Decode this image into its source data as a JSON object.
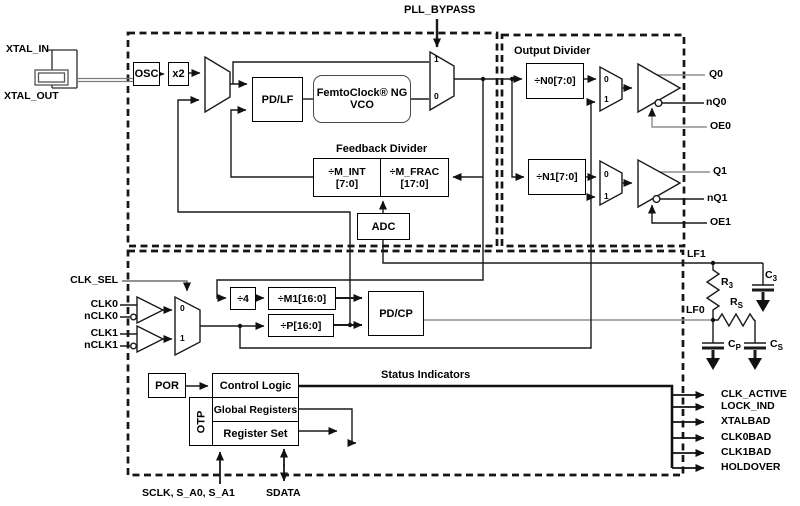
{
  "pins": {
    "xtal_in": "XTAL_IN",
    "xtal_out": "XTAL_OUT",
    "pll_bypass": "PLL_BYPASS",
    "clk_sel": "CLK_SEL",
    "clk0": "CLK0",
    "nclk0": "nCLK0",
    "clk1": "CLK1",
    "nclk1": "nCLK1",
    "serial": "SCLK, S_A0, S_A1",
    "sdata": "SDATA",
    "lf1": "LF1",
    "lf0": "LF0"
  },
  "outputs": {
    "q0": "Q0",
    "nq0": "nQ0",
    "oe0": "OE0",
    "q1": "Q1",
    "nq1": "nQ1",
    "oe1": "OE1"
  },
  "status_outputs": [
    "CLK_ACTIVE",
    "LOCK_IND",
    "XTALBAD",
    "CLK0BAD",
    "CLK1BAD",
    "HOLDOVER"
  ],
  "blocks": {
    "osc": "OSC",
    "x2": "x2",
    "pdlf": "PD/LF",
    "vco_line1": "FemtoClock® NG",
    "vco_line2": "VCO",
    "m_int_line1": "÷M_INT",
    "m_int_line2": "[7:0]",
    "m_frac_line1": "÷M_FRAC",
    "m_frac_line2": "[17:0]",
    "adc": "ADC",
    "n0": "÷N0[7:0]",
    "n1": "÷N1[7:0]",
    "div4": "÷4",
    "m1": "÷M1[16:0]",
    "p": "÷P[16:0]",
    "pdcp": "PD/CP",
    "por": "POR",
    "otp": "OTP",
    "control_logic": "Control Logic",
    "global_registers": "Global Registers",
    "register_set": "Register Set"
  },
  "sections": {
    "output_divider": "Output Divider",
    "feedback_divider": "Feedback Divider",
    "status_indicators": "Status Indicators"
  },
  "mux": {
    "zero": "0",
    "one": "1"
  },
  "loop_filter": {
    "r": "R",
    "c": "C",
    "sub3": "3",
    "subS": "S",
    "subP": "P"
  },
  "colors": {
    "wire": "#1a1a1a",
    "gray_wire": "#8f8f8f",
    "background": "#ffffff"
  }
}
